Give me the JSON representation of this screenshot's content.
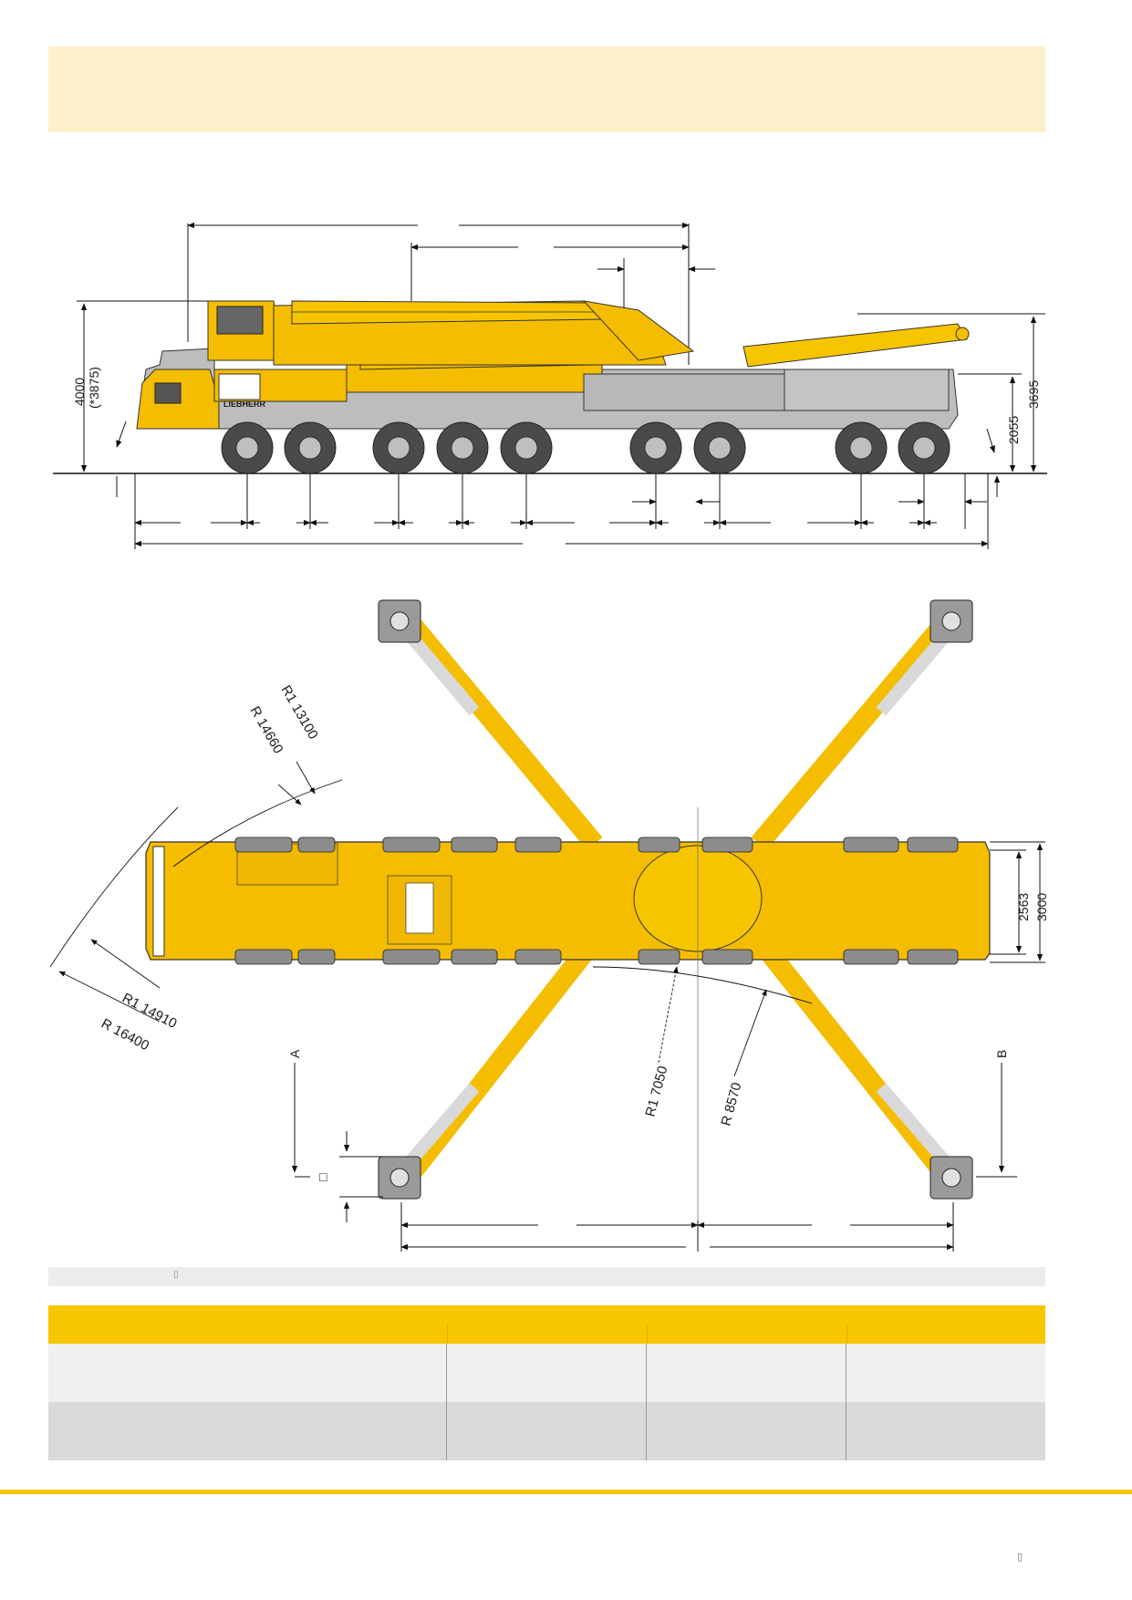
{
  "colors": {
    "header_band": "#fdf1cc",
    "crane_yellow": "#f5bd00",
    "table_header": "#f7c600",
    "row_light": "#f0f0f0",
    "row_dark": "#dadada",
    "note_bar": "#ececec"
  },
  "side_view": {
    "height_total": "4000",
    "height_alt": "(*3875)",
    "height_3695": "3695",
    "height_2055": "2055",
    "brand": "LIEBHERR"
  },
  "top_view": {
    "r_13100": "R1 13100",
    "r_14660": "R 14660",
    "r_14910": "R1 14910",
    "r_16400": "R 16400",
    "r_7050": "R1 7050",
    "r_8570": "R 8570",
    "width_2563": "2563",
    "width_3000": "3000",
    "label_a": "A",
    "label_b": "B",
    "square_glyph": "□"
  },
  "note_bar": {
    "glyph": "▯"
  },
  "table": {
    "rows": 2,
    "columns": 4
  },
  "footer": {
    "page_glyph": "▯"
  }
}
